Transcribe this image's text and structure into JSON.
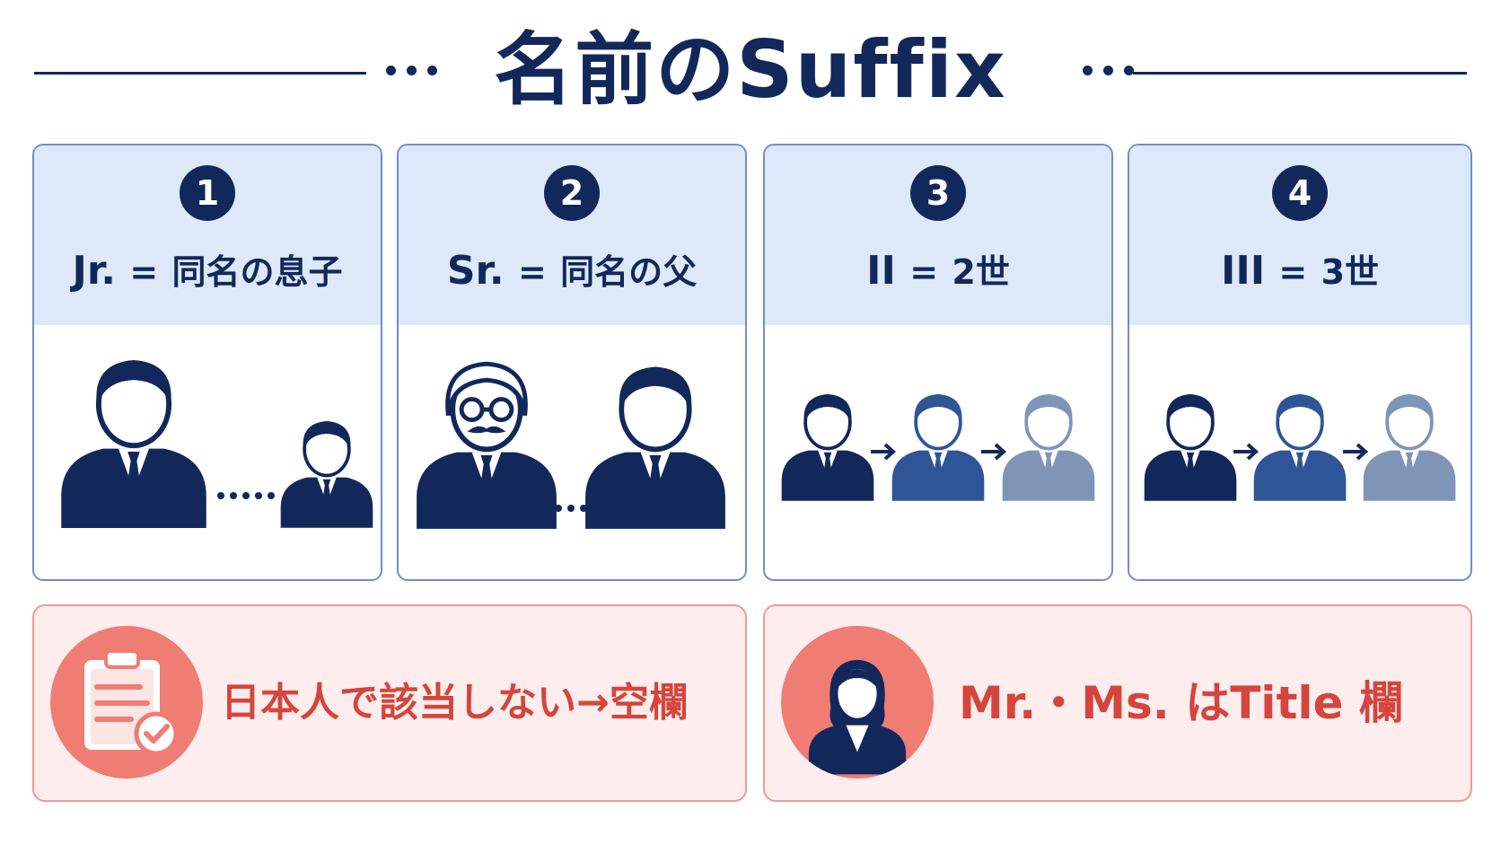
{
  "title": "名前のSuffix",
  "colors": {
    "navy": "#13285a",
    "mid_blue": "#2f5597",
    "light_blue": "#7f95b8",
    "card_head": "#dde9f8",
    "card_border": "#6f8fc4",
    "coral": "#ef7d74",
    "note_text": "#d6453d",
    "note_bg": "#fdeeed"
  },
  "cards": [
    {
      "number": "1",
      "label_main": "Jr.",
      "label_eq": "=",
      "label_desc": "同名の息子",
      "icon": "father-son-icon"
    },
    {
      "number": "2",
      "label_main": "Sr.",
      "label_eq": "=",
      "label_desc": "同名の父",
      "icon": "elder-father-son-icon"
    },
    {
      "number": "3",
      "label_main": "II",
      "label_eq": "=",
      "label_desc": "2世",
      "icon": "generations-icon"
    },
    {
      "number": "4",
      "label_main": "III",
      "label_eq": "=",
      "label_desc": "3世",
      "icon": "generations-icon"
    }
  ],
  "notes": [
    {
      "text": "日本人で該当しない→空欄",
      "icon": "clipboard-check-icon"
    },
    {
      "text": "Mr.・Ms. はTitle 欄",
      "icon": "businesswoman-icon"
    }
  ]
}
